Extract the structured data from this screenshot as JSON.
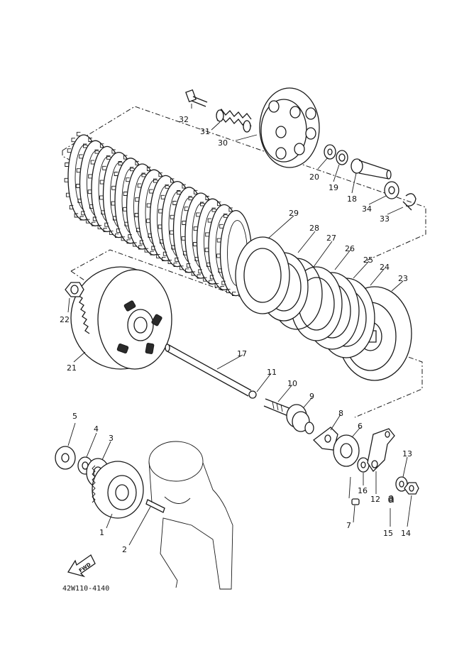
{
  "diagram_code": "42W110-4140",
  "fwd_label": "FWD",
  "callouts": {
    "p1": "1",
    "p2": "2",
    "p3": "3",
    "p4": "4",
    "p5": "5",
    "p6": "6",
    "p7": "7",
    "p8": "8",
    "p9": "9",
    "p10": "10",
    "p11": "11",
    "p12": "12",
    "p13": "13",
    "p14": "14",
    "p15": "15",
    "p16": "16",
    "p17": "17",
    "p18": "18",
    "p19": "19",
    "p20": "20",
    "p21": "21",
    "p22": "22",
    "p23": "23",
    "p24": "24",
    "p25": "25",
    "p26": "26",
    "p27": "27",
    "p28": "28",
    "p29": "29",
    "p30": "30",
    "p31": "31",
    "p32": "32",
    "p33": "33",
    "p34": "34"
  }
}
